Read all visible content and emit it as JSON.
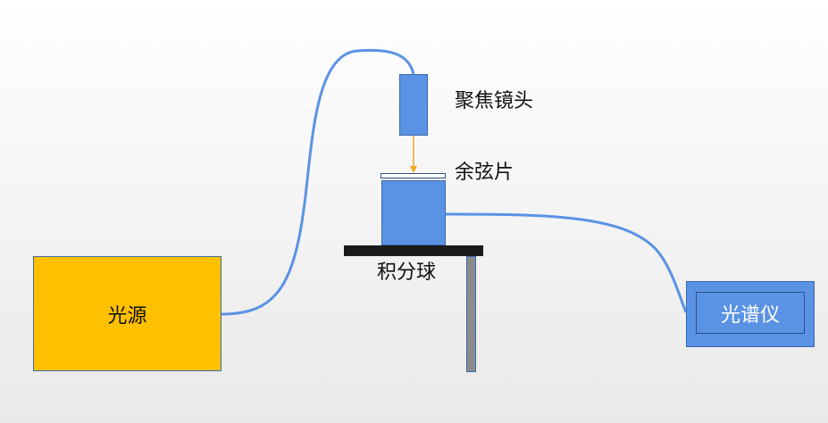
{
  "components": {
    "light_source": {
      "label": "光源",
      "color": "#ffc000"
    },
    "focusing_lens": {
      "label": "聚焦镜头",
      "color": "#5b93e4"
    },
    "cosine_corrector": {
      "label": "余弦片",
      "color": "#ffffff"
    },
    "integrating_sphere": {
      "label": "积分球",
      "color": "#5b93e4"
    },
    "spectrometer": {
      "label": "光谱仪",
      "color": "#5b93e4"
    },
    "stage": {
      "top_color": "#1a1a1a",
      "leg_color": "#8c8c8c"
    }
  },
  "connections": {
    "fiber_color": "#5b93e4",
    "beam_color": "#f5a623"
  }
}
